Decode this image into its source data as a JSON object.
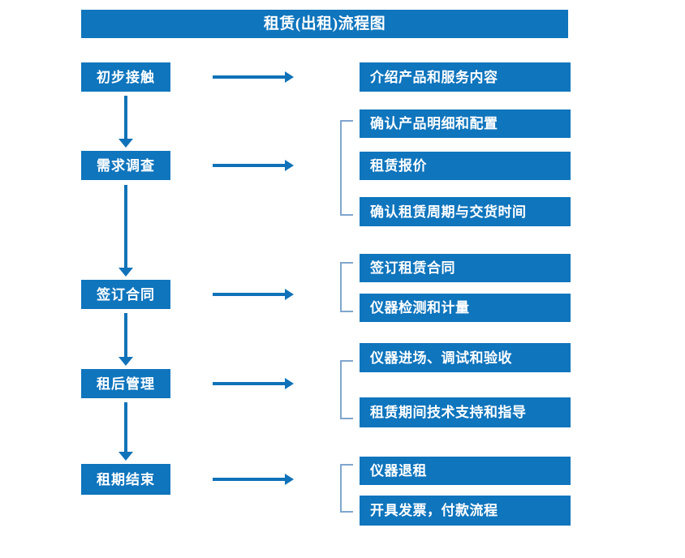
{
  "title": {
    "text": "租赁(出租)流程图"
  },
  "colors": {
    "box_blue": "#0f75bd",
    "arrow_blue": "#1072b8",
    "bracket_gray_blue": "#7fa6cd",
    "text_white": "#ffffff",
    "background": "#ffffff"
  },
  "stages": [
    {
      "label": "初步接触"
    },
    {
      "label": "需求调查"
    },
    {
      "label": "签订合同"
    },
    {
      "label": "租后管理"
    },
    {
      "label": "租期结束"
    }
  ],
  "details": {
    "group1": [
      {
        "label": "介绍产品和服务内容"
      }
    ],
    "group2": [
      {
        "label": "确认产品明细和配置"
      },
      {
        "label": "租赁报价"
      },
      {
        "label": "确认租赁周期与交货时间"
      }
    ],
    "group3": [
      {
        "label": "签订租赁合同"
      },
      {
        "label": "仪器检测和计量"
      }
    ],
    "group4": [
      {
        "label": "仪器进场、调试和验收"
      },
      {
        "label": "租赁期间技术支持和指导"
      }
    ],
    "group5": [
      {
        "label": "仪器退租"
      },
      {
        "label": "开具发票，付款流程"
      }
    ]
  },
  "connectors": {
    "down_arrow_icon": "arrow-down-icon",
    "right_arrow_icon": "arrow-right-icon",
    "bracket_icon": "bracket-icon"
  }
}
